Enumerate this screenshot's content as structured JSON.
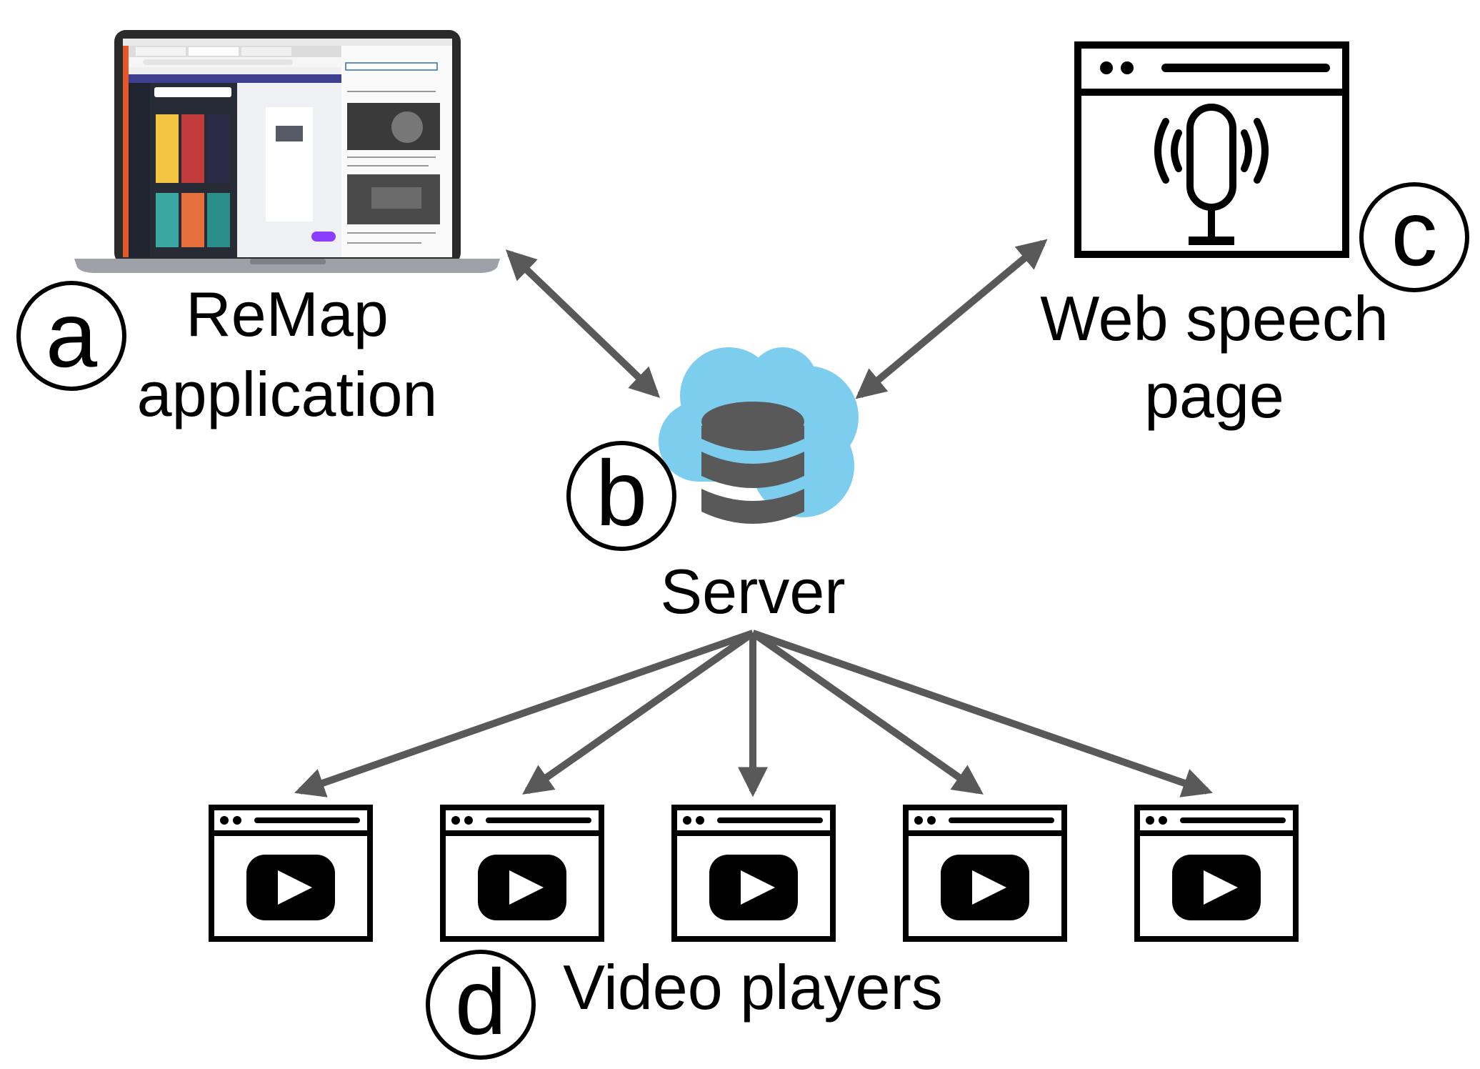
{
  "components": {
    "remap": {
      "letter": "a",
      "title_line1": "ReMap",
      "title_line2": "application"
    },
    "server": {
      "letter": "b",
      "title": "Server"
    },
    "speech": {
      "letter": "c",
      "title_line1": "Web speech",
      "title_line2": "page"
    },
    "players": {
      "letter": "d",
      "title": "Video players",
      "count": 5
    }
  },
  "colors": {
    "arrow": "#595959",
    "cloud": "#7dcdef",
    "database": "#595959",
    "icon_stroke": "#000000",
    "laptop_body": "#2a2a2a",
    "laptop_base": "#9ea2a8"
  },
  "icons": {
    "laptop": "laptop-screenshot-icon",
    "server": "cloud-database-icon",
    "speech": "microphone-browser-icon",
    "player": "video-play-browser-icon"
  }
}
